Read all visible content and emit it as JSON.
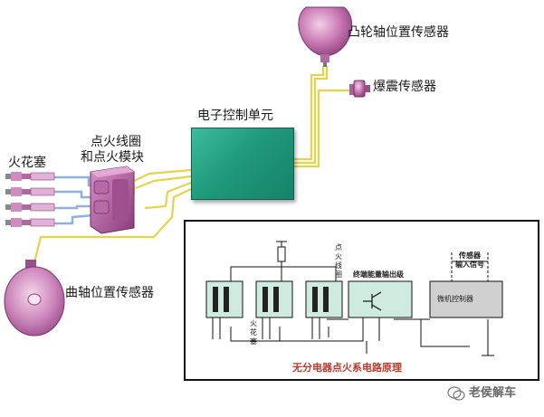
{
  "labels": {
    "camshaft_sensor": "凸轮轴位置传感器",
    "knock_sensor": "爆震传感器",
    "ecu": "电子控制单元",
    "spark_plug": "火花塞",
    "coil_module_line1": "点火线圈",
    "coil_module_line2": "和点火模块",
    "crankshaft_sensor": "曲轴位置传感器"
  },
  "schematic": {
    "title": "无分电器点火系电路原理",
    "coil_label": "点火线圈",
    "plug_label": "火花塞",
    "output_stage": "终端能量输出级",
    "sensor_input_line1": "传感器",
    "sensor_input_line2": "输入信号",
    "microcontroller": "微机控制器"
  },
  "watermark": "老侯解车",
  "colors": {
    "ecu": "#1f9a7a",
    "sensor_magenta": "#c879b4",
    "wire_yellow": "#e8d24a",
    "wire_blue": "#8fb0e0",
    "box_teal": "#cfeadf",
    "box_gray": "#d0d0d0",
    "title_red": "#c0392b"
  }
}
